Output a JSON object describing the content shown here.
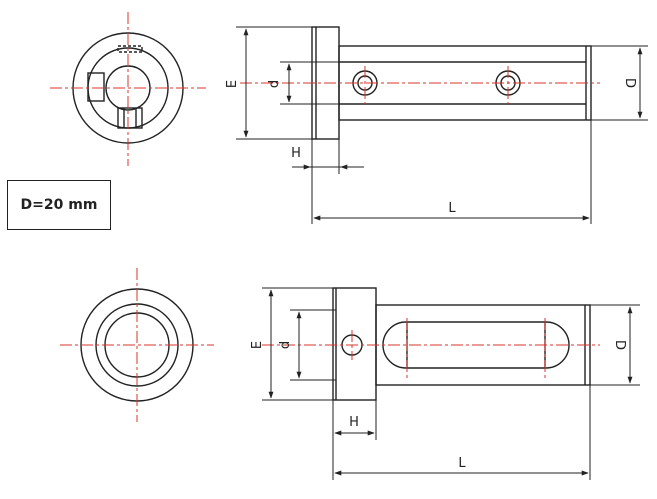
{
  "spec": {
    "text": "D=20 mm"
  },
  "labels": {
    "E": "E",
    "d": "d",
    "D": "D",
    "H": "H",
    "L": "L"
  },
  "colors": {
    "outline": "#222222",
    "centerline": "#d9342b",
    "background": "#ffffff"
  }
}
